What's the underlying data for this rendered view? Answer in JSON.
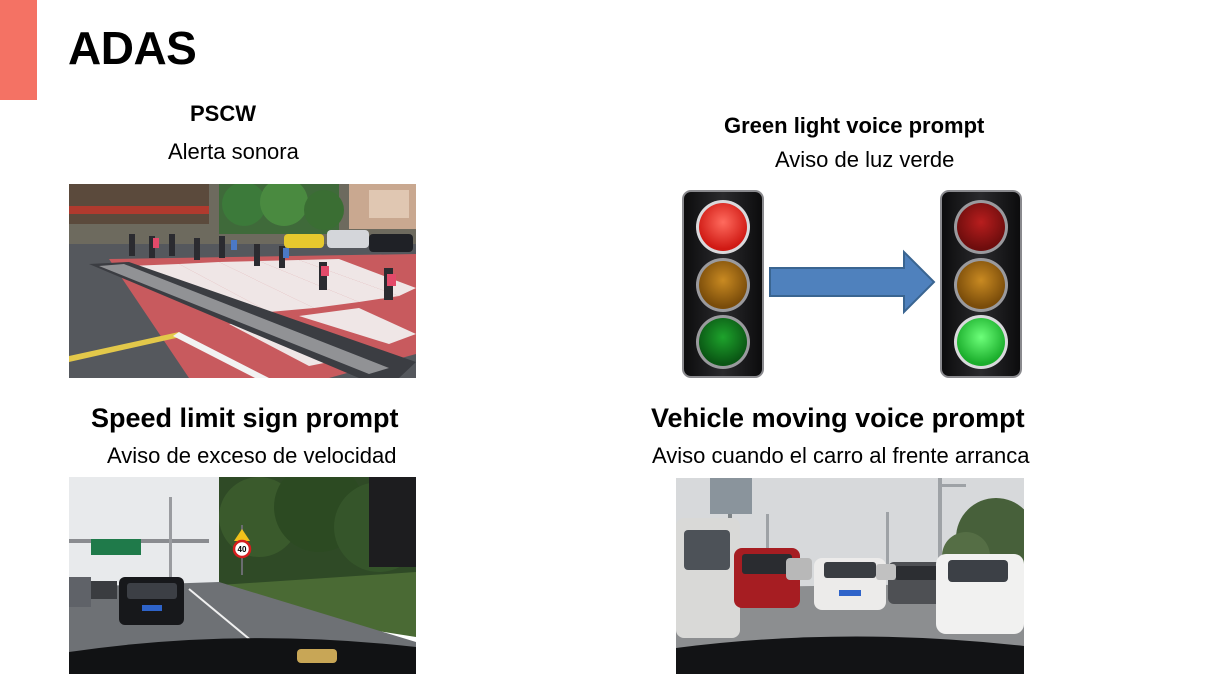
{
  "slide": {
    "title": "ADAS",
    "accent_color": "#f47264"
  },
  "sections": {
    "pscw": {
      "heading": "PSCW",
      "subheading": "Alerta sonora",
      "image_icon": "crosswalk-pedestrians-photo"
    },
    "green_light": {
      "heading": "Green light voice prompt",
      "subheading": "Aviso de luz verde",
      "image_icon": "traffic-light-change-diagram"
    },
    "speed_limit": {
      "heading": "Speed limit sign prompt",
      "subheading": "Aviso de exceso de velocidad",
      "image_icon": "road-speed-sign-photo",
      "sign_value": "40"
    },
    "vehicle_moving": {
      "heading": "Vehicle moving voice prompt",
      "subheading": "Aviso cuando el carro al frente arranca",
      "image_icon": "traffic-queue-photo"
    }
  },
  "colors": {
    "arrow_fill": "#4f81bd",
    "arrow_stroke": "#3a6591",
    "red_light": "#e8261e",
    "amber_light": "#b37a16",
    "green_light": "#26c93b"
  }
}
